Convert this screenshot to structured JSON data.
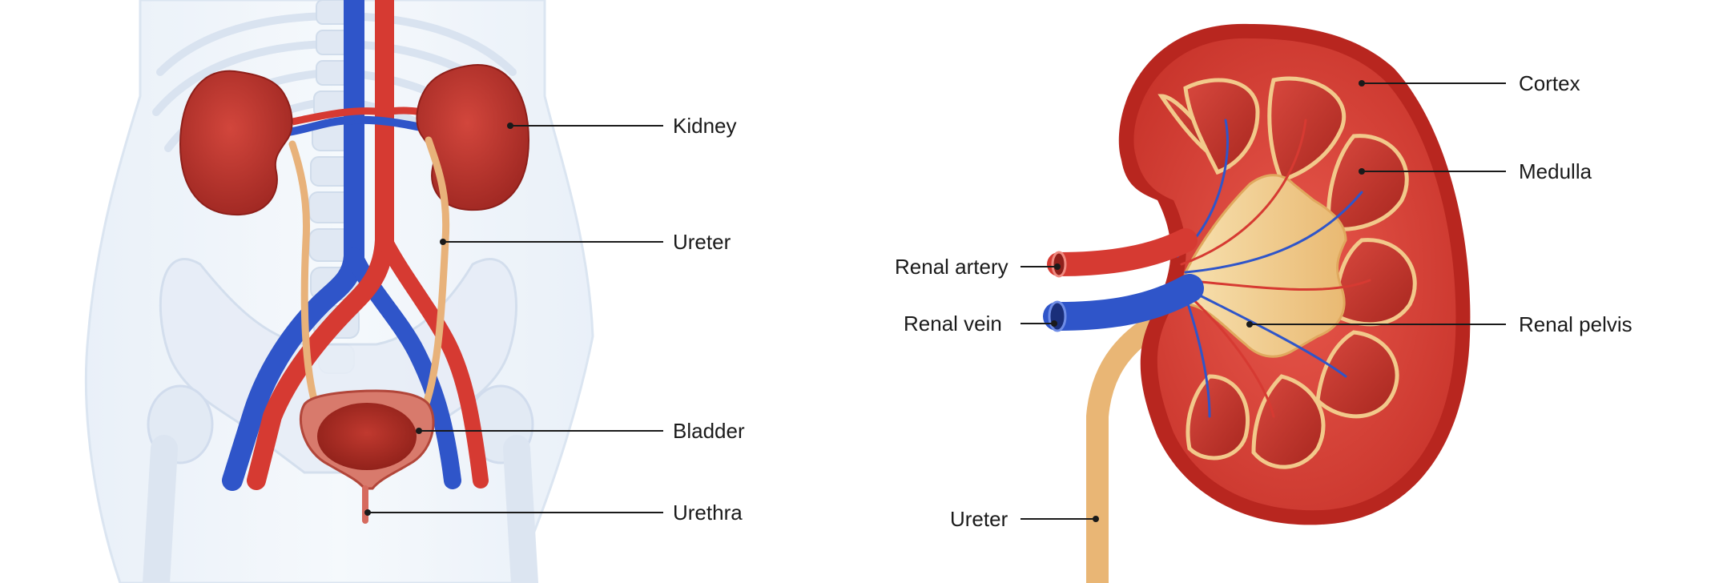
{
  "panels": {
    "urinary_system": {
      "labels": {
        "kidney": "Kidney",
        "ureter": "Ureter",
        "bladder": "Bladder",
        "urethra": "Urethra"
      }
    },
    "kidney_cross_section": {
      "labels": {
        "cortex": "Cortex",
        "medulla": "Medulla",
        "renal_artery": "Renal artery",
        "renal_vein": "Renal vein",
        "renal_pelvis": "Renal pelvis",
        "ureter": "Ureter"
      }
    }
  },
  "colors": {
    "body_outline": "#cfdcec",
    "kidney": "#b5302a",
    "artery": "#d63a32",
    "vein": "#2f55c9",
    "ureter": "#e8b27a",
    "pelvis": "#f4d59c",
    "leader_line": "#1a1a1a"
  }
}
